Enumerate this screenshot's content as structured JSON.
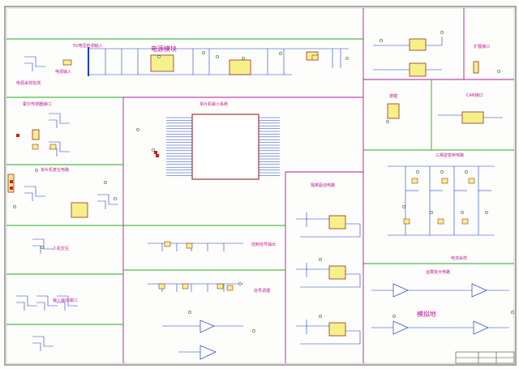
{
  "schematic": {
    "title": "电源模块",
    "section_labels": [
      "电源采样检测",
      "5V电压检测输入",
      "电源输入",
      "单片机最小系统",
      "霍尔传感器接口",
      "单片机复位电路",
      "人机交互",
      "输入输出端口",
      "控制信号输出",
      "隔离驱动电路",
      "运算放大电路",
      "信号调理",
      "CAN接口",
      "扩展接口",
      "三相逆变桥电路",
      "电流采样",
      "按键",
      "模拟地"
    ],
    "colors": {
      "wire": "#1c3fd0",
      "component": "#8a1010",
      "green_border": "#22aa22",
      "magenta_border": "#b01aa0",
      "ic_fill": "#f6f08a",
      "label": "#c01890"
    }
  }
}
